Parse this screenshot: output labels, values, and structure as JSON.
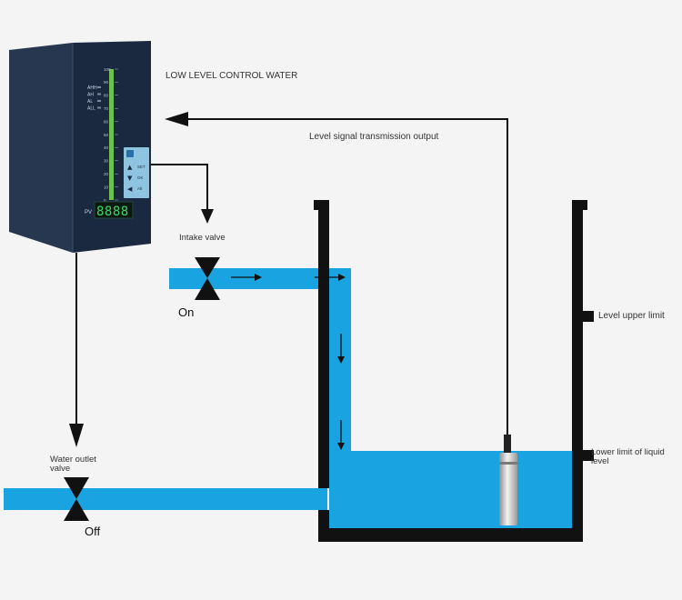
{
  "title": "LOW LEVEL CONTROL WATER",
  "labels": {
    "signal_output": "Level signal transmission output",
    "intake_valve": "Intake valve",
    "intake_state": "On",
    "outlet_valve": "Water outlet valve",
    "outlet_state": "Off",
    "upper_limit": "Level upper limit",
    "lower_limit": "Lower limit of liquid level"
  },
  "controller": {
    "indicators": [
      "AHH",
      "AH",
      "AL",
      "ALL"
    ],
    "scale_ticks": [
      "100",
      "90",
      "80",
      "70",
      "60",
      "50",
      "40",
      "30",
      "20",
      "10",
      "0"
    ],
    "pv_label": "PV",
    "digit_display": "8888",
    "bar_level": 1.0,
    "keys": [
      "SET",
      "OK",
      "Alt"
    ]
  },
  "colors": {
    "water": "#19a3e0",
    "pipe_outline": "#111111",
    "panel_front": "#1a2940",
    "panel_side": "#26374f",
    "bar_green": "#6cc24a",
    "digit_green": "#3fd46b",
    "keypad": "#8fc4e0"
  }
}
